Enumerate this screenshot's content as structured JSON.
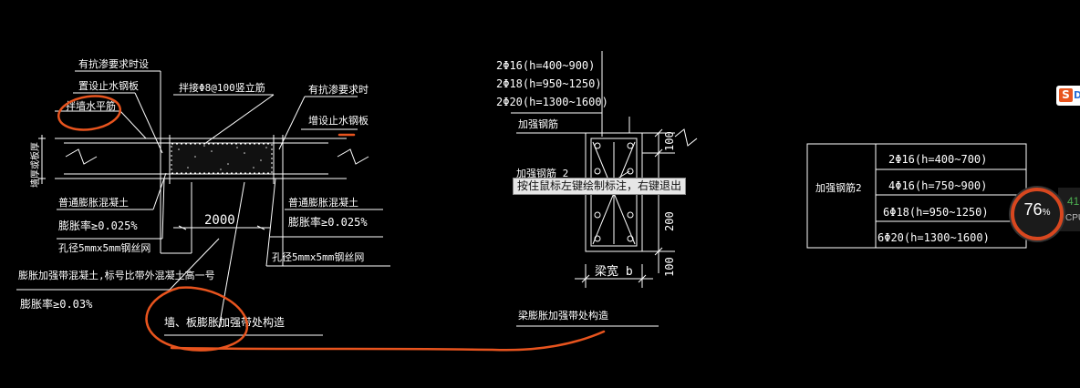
{
  "left_detail": {
    "label_seal_1": "有抗渗要求时设",
    "label_seal_2": "置设止水钢板",
    "label_horizontal_bar": "拌墙水平筋",
    "label_stirrup": "拌接Φ8@100竖立筋",
    "label_seal_r1": "有抗渗要求时",
    "label_seal_r2": "增设止水钢板",
    "label_wall_thickness": "墙厚或板厚",
    "label_normal_concrete_l": "普通膨胀混凝土",
    "label_expansion_l": "膨胀率≥0.025%",
    "label_dim": "2000",
    "label_normal_concrete_r": "普通膨胀混凝土",
    "label_expansion_r": "膨胀率≥0.025%",
    "label_mesh_l": "孔径5mmx5mm钢丝网",
    "label_mesh_r": "孔径5mmx5mm钢丝网",
    "label_band_concrete": "膨胀加强带混凝土,标号比带外混凝土高一号",
    "label_band_expansion": "膨胀率≥0.03%",
    "title": "墙、板膨胀加强带处构造"
  },
  "beam_detail": {
    "rebar_1": "2Φ16(h=400~900)",
    "rebar_2": "2Φ18(h=950~1250)",
    "rebar_3": "2Φ20(h=1300~1600)",
    "label_reinf": "加强钢筋",
    "label_reinf2": "加强钢筋 2",
    "dim_100_top": "100",
    "dim_200": "200",
    "dim_100_bottom": "100",
    "label_width": "梁宽 b",
    "title": "梁膨胀加强带处构造"
  },
  "table": {
    "header": "加强钢筋2",
    "rows": [
      "2Φ16(h=400~700)",
      "4Φ16(h=750~900)",
      "6Φ18(h=950~1250)",
      "6Φ20(h=1300~1600)"
    ]
  },
  "tooltip": "按住鼠标左键绘制标注，右键退出",
  "ime": {
    "logo_letter": "S",
    "logo_suffix": "D"
  },
  "perf": {
    "value": 76,
    "value_text": "76",
    "unit": "%",
    "side_value": "41",
    "side_label": "CPU"
  },
  "colors": {
    "background": "#000000",
    "lines": "#ffffff",
    "annotation": "#e8541e",
    "gauge_ring": "#d8471f"
  }
}
